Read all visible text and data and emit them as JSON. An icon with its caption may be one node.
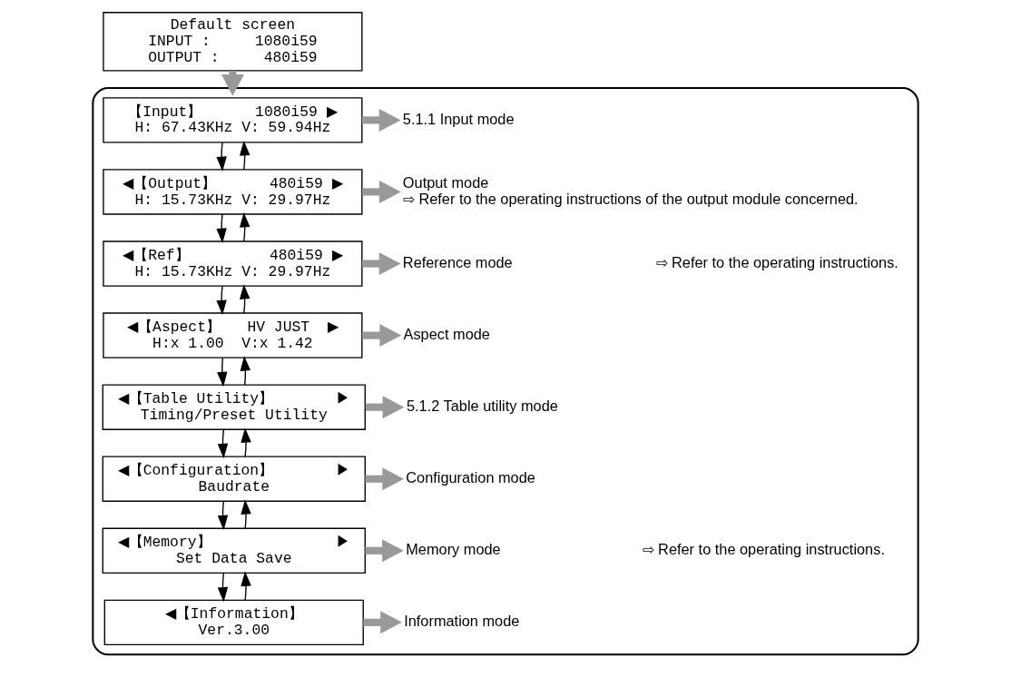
{
  "diagram": {
    "nodes": [
      {
        "text": [
          "Default screen",
          "INPUT :     1080i59",
          "OUTPUT :     480i59"
        ]
      },
      {
        "text": [],
        "shape": "box"
      },
      {
        "text": [
          "【Input】      1080i59 ▶",
          "H: 67.43KHz V: 59.94Hz"
        ],
        "in": 1
      },
      {
        "text": [
          "◀【Output】      480i59 ▶",
          "H: 15.73KHz V: 29.97Hz"
        ],
        "in": 1
      },
      {
        "text": [
          "◀【Ref】         480i59 ▶",
          "H: 15.73KHz V: 29.97Hz"
        ],
        "in": 1
      },
      {
        "text": [
          "◀【Aspect】   HV JUST  ▶",
          "H:x 1.00  V:x 1.42"
        ],
        "in": 1
      },
      {
        "text": [
          "◀【Table Utility】       ▶",
          "Timing/Preset Utility"
        ],
        "in": 1
      },
      {
        "text": [
          "◀【Configuration】       ▶",
          "Baudrate"
        ],
        "in": 1
      },
      {
        "text": [
          "◀【Memory】              ▶",
          "Set Data Save"
        ],
        "in": 1
      },
      {
        "text": [
          "◀【Information】",
          "Ver.3.00"
        ],
        "in": 1
      },
      {
        "text": [
          "5.1.1 Input mode"
        ],
        "in": 1
      },
      {
        "text": [
          "Output mode",
          "⇨ Refer to the operating instructions of the output module concerned."
        ],
        "in": 1
      },
      {
        "text": [
          "Reference mode"
        ],
        "in": 1
      },
      {
        "text": [
          "Aspect mode"
        ],
        "in": 1
      },
      {
        "text": [
          "5.1.2 Table utility mode"
        ],
        "in": 1
      },
      {
        "text": [
          "Configuration mode"
        ],
        "in": 1
      },
      {
        "text": [
          "Memory mode"
        ],
        "in": 1
      },
      {
        "text": [
          "Information mode"
        ],
        "in": 1
      }
    ],
    "edges": [
      {
        "from": 0,
        "to": 1,
        "arrow": "to",
        "style": "thick",
        "color": "#999999"
      },
      {
        "from": 3,
        "to": 2,
        "arrow": "to"
      },
      {
        "from": 2,
        "to": 3,
        "arrow": "to"
      },
      {
        "from": 4,
        "to": 3,
        "arrow": "to"
      },
      {
        "from": 3,
        "to": 4,
        "arrow": "to"
      },
      {
        "from": 5,
        "to": 4,
        "arrow": "to"
      },
      {
        "from": 4,
        "to": 5,
        "arrow": "to"
      },
      {
        "from": 6,
        "to": 5,
        "arrow": "to"
      },
      {
        "from": 5,
        "to": 6,
        "arrow": "to"
      },
      {
        "from": 7,
        "to": 6,
        "arrow": "to"
      },
      {
        "from": 6,
        "to": 7,
        "arrow": "to"
      },
      {
        "from": 8,
        "to": 7,
        "arrow": "to"
      },
      {
        "from": 7,
        "to": 8,
        "arrow": "to"
      },
      {
        "from": 9,
        "to": 8,
        "arrow": "to"
      },
      {
        "from": 8,
        "to": 9,
        "arrow": "to"
      },
      {
        "from": 2,
        "to": 10,
        "arrow": "to",
        "style": "thick",
        "color": "#999999"
      },
      {
        "from": 3,
        "to": 11,
        "arrow": "to",
        "style": "thick",
        "color": "#999999"
      },
      {
        "from": 4,
        "to": 12,
        "arrow": "to",
        "style": "thick",
        "color": "#999999"
      },
      {
        "from": 5,
        "to": 13,
        "arrow": "to",
        "style": "thick",
        "color": "#999999"
      },
      {
        "from": 6,
        "to": 14,
        "arrow": "to",
        "style": "thick",
        "color": "#999999"
      },
      {
        "from": 7,
        "to": 15,
        "arrow": "to",
        "style": "thick",
        "color": "#999999"
      },
      {
        "from": 8,
        "to": 16,
        "arrow": "to",
        "style": "thick",
        "color": "#999999"
      },
      {
        "from": 9,
        "to": 17,
        "arrow": "to",
        "style": "thick",
        "color": "#999999"
      }
    ],
    "labels": [
      "⇨ Refer to the operating instructions.",
      "⇨ Refer to the operating instructions."
    ]
  }
}
